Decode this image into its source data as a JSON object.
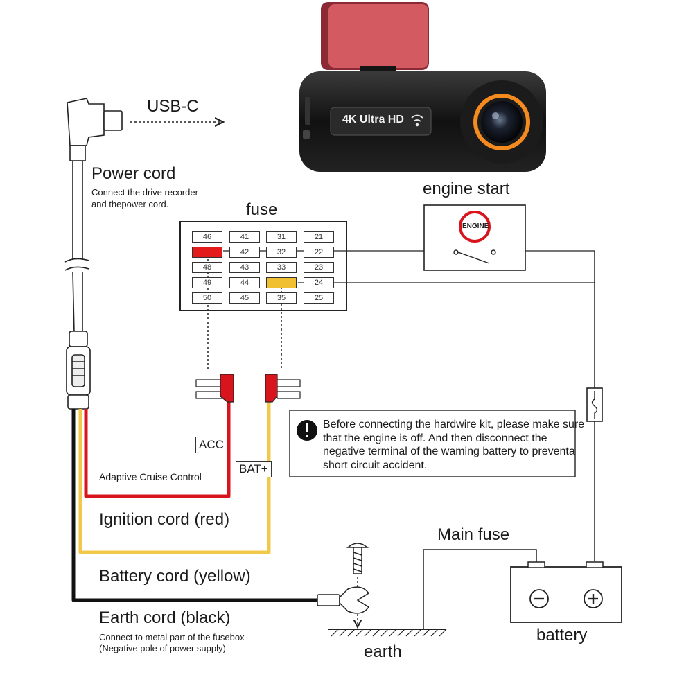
{
  "usb": {
    "label": "USB-C"
  },
  "power_cord": {
    "title": "Power cord",
    "desc_line1": "Connect the drive recorder",
    "desc_line2": "and thepower cord."
  },
  "camera": {
    "badge": "4K Ultra HD"
  },
  "fuse": {
    "title": "fuse",
    "cells": [
      {
        "label": "46",
        "highlight": "none"
      },
      {
        "label": "41",
        "highlight": "none"
      },
      {
        "label": "31",
        "highlight": "none"
      },
      {
        "label": "21",
        "highlight": "none"
      },
      {
        "label": "",
        "highlight": "red"
      },
      {
        "label": "42",
        "highlight": "none"
      },
      {
        "label": "32",
        "highlight": "none"
      },
      {
        "label": "22",
        "highlight": "none"
      },
      {
        "label": "48",
        "highlight": "none"
      },
      {
        "label": "43",
        "highlight": "none"
      },
      {
        "label": "33",
        "highlight": "none"
      },
      {
        "label": "23",
        "highlight": "none"
      },
      {
        "label": "49",
        "highlight": "none"
      },
      {
        "label": "44",
        "highlight": "none"
      },
      {
        "label": "",
        "highlight": "yellow"
      },
      {
        "label": "24",
        "highlight": "none"
      },
      {
        "label": "50",
        "highlight": "none"
      },
      {
        "label": "45",
        "highlight": "none"
      },
      {
        "label": "35",
        "highlight": "none"
      },
      {
        "label": "25",
        "highlight": "none"
      }
    ]
  },
  "engine_start": {
    "title": "engine start",
    "button_label": "ENGINE"
  },
  "labels": {
    "acc": "ACC",
    "bat": "BAT+"
  },
  "warning": {
    "text": "Before connecting the hardwire kit, please make sure that the engine is off. And then disconnect the negative terminal of the waming battery to preventa short circuit accident."
  },
  "cords": {
    "adaptive": "Adaptive Cruise Control",
    "ignition": "Ignition cord (red)",
    "battery": "Battery cord (yellow)",
    "earth_title": "Earth cord (black)",
    "earth_desc1": "Connect to metal part of the fusebox",
    "earth_desc2": "(Negative pole of power supply)"
  },
  "main_fuse": {
    "title": "Main fuse"
  },
  "battery": {
    "title": "battery"
  },
  "earth": {
    "title": "earth"
  },
  "colors": {
    "red_wire": "#d8141c",
    "yellow_wire": "#f2c84b",
    "black_wire": "#111111",
    "camera_pad": "#d45a62",
    "lens_ring": "#f58a1f"
  }
}
